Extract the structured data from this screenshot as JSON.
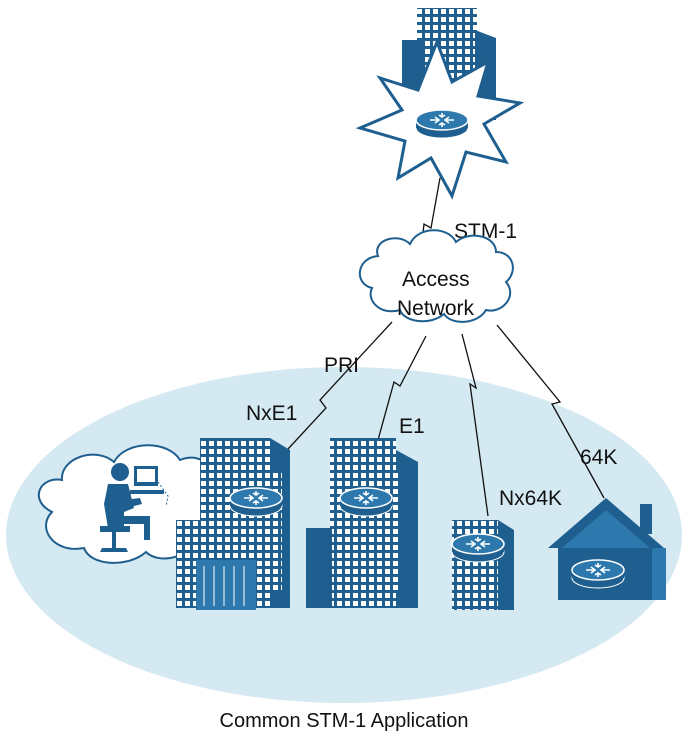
{
  "diagram": {
    "caption": "Common STM-1 Application",
    "cloud_label": [
      "Access",
      "Network"
    ],
    "links": {
      "uplink": "STM-1",
      "pri": "PRI",
      "nxe1": "NxE1",
      "e1": "E1",
      "nx64k": "Nx64K",
      "k64": "64K"
    },
    "icons": {
      "central_office": "building-router-starburst-icon",
      "enterprise": "office-building-router-icon",
      "branch": "small-building-router-icon",
      "home": "house-router-icon",
      "user": "person-at-computer-icon"
    },
    "colors": {
      "icon_blue": "#1f5f8f",
      "window": "#ffffff",
      "ground": "#d4e9f2",
      "line": "#111111"
    }
  }
}
